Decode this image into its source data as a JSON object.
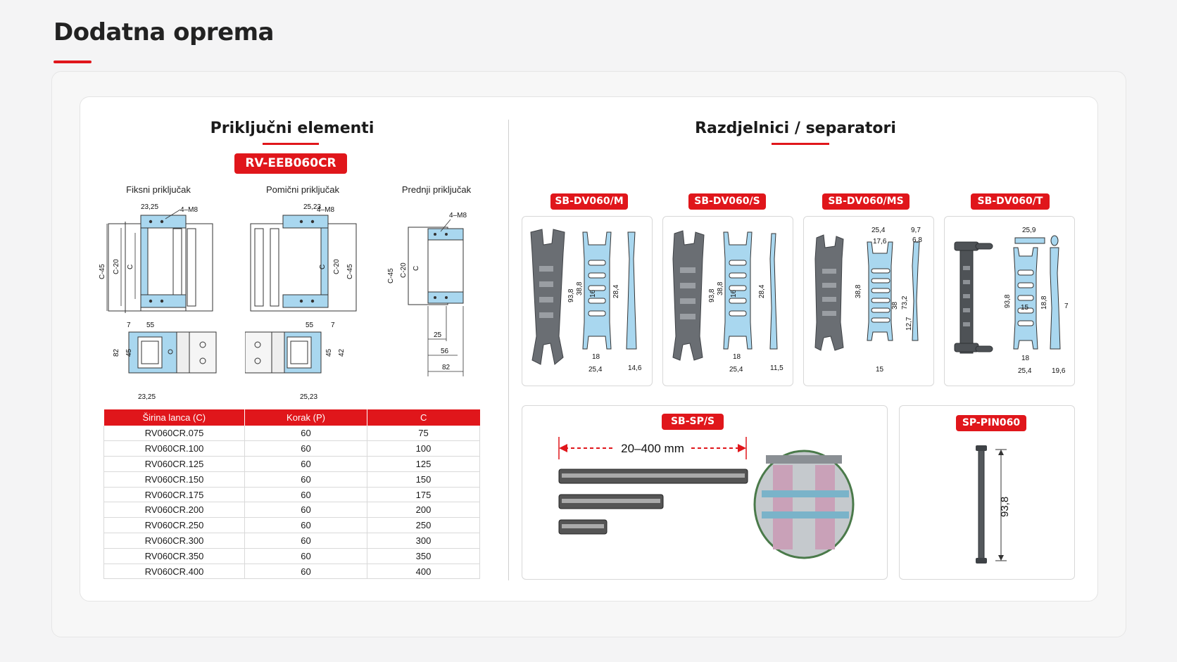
{
  "page": {
    "title": "Dodatna oprema"
  },
  "left": {
    "title": "Priključni elementi",
    "model_tag": "RV-EEB060CR",
    "views": [
      "Fiksni priključak",
      "Pomični priključak",
      "Prednji priključak"
    ],
    "dims": {
      "m8": "4–M8",
      "d2325": "23,25",
      "d2523": "25,23",
      "c45": "C-45",
      "c20": "C-20",
      "c": "C",
      "d7": "7",
      "d55": "55",
      "d82": "82",
      "d45": "45",
      "d42": "42",
      "d2325b": "23,25",
      "d2523b": "25,23",
      "d25": "25",
      "d56": "56",
      "d82b": "82"
    },
    "table": {
      "headers": [
        "Širina lanca (C)",
        "Korak (P)",
        "C"
      ],
      "rows": [
        [
          "RV060CR.075",
          "60",
          "75"
        ],
        [
          "RV060CR.100",
          "60",
          "100"
        ],
        [
          "RV060CR.125",
          "60",
          "125"
        ],
        [
          "RV060CR.150",
          "60",
          "150"
        ],
        [
          "RV060CR.175",
          "60",
          "175"
        ],
        [
          "RV060CR.200",
          "60",
          "200"
        ],
        [
          "RV060CR.250",
          "60",
          "250"
        ],
        [
          "RV060CR.300",
          "60",
          "300"
        ],
        [
          "RV060CR.350",
          "60",
          "350"
        ],
        [
          "RV060CR.400",
          "60",
          "400"
        ]
      ]
    }
  },
  "right": {
    "title": "Razdjelnici / separatori",
    "separators": [
      {
        "tag": "SB-DV060/M",
        "dims": [
          "93,8",
          "38,8",
          "16",
          "28,4",
          "18",
          "25,4",
          "14,6"
        ]
      },
      {
        "tag": "SB-DV060/S",
        "dims": [
          "93,8",
          "38,8",
          "16",
          "28,4",
          "18",
          "25,4",
          "11,5"
        ]
      },
      {
        "tag": "SB-DV060/MS",
        "dims": [
          "25,4",
          "17,6",
          "9,7",
          "6,8",
          "38,8",
          "38",
          "73,2",
          "12,7",
          "15"
        ]
      },
      {
        "tag": "SB-DV060/T",
        "dims": [
          "25,9",
          "93,8",
          "15",
          "18,8",
          "7",
          "18",
          "25,4",
          "19,6"
        ]
      }
    ],
    "spacer": {
      "tag": "SB-SP/S",
      "range": "20–400 mm"
    },
    "pin": {
      "tag": "SP-PIN060",
      "length": "93,8"
    }
  },
  "colors": {
    "accent": "#e0161b",
    "part_blue": "#a9d7ef"
  }
}
